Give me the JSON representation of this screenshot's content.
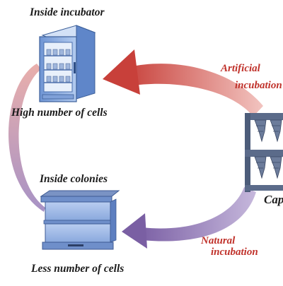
{
  "labels": {
    "incubator_title": "Inside incubator",
    "incubator_caption": "High number of cells",
    "colonies_title": "Inside colonies",
    "colonies_caption": "Less number of cells",
    "artificial_line1": "Artificial",
    "artificial_line2": "incubation",
    "natural_line1": "Natural",
    "natural_line2": "incubation",
    "cap_partial": "Cap"
  },
  "icons": {
    "incubator": "incubator-icon",
    "hive": "beehive-icon",
    "cap": "queen-cell-cap-icon"
  },
  "colors": {
    "artificial_arrow": "#d9736f",
    "natural_arrow": "#8e73b0",
    "label_red": "#c0322b",
    "incubator_blue": "#8fb0e0",
    "hive_blue": "#9cb8e6",
    "cap_grey": "#4d5d7a"
  }
}
